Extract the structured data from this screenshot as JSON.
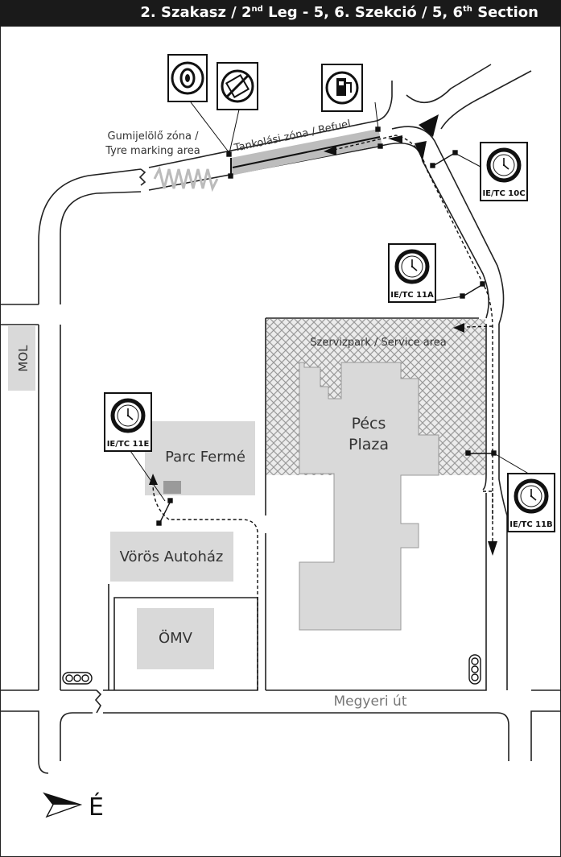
{
  "header": {
    "part1": "2. Szakasz / 2",
    "sup1": "nd",
    "part2": " Leg - 5, 6. Szekció / 5, 6",
    "sup2": "th",
    "part3": " Section"
  },
  "labels": {
    "tyre_marking_line1": "Gumijelölő zóna /",
    "tyre_marking_line2": "Tyre marking area",
    "refuel": "Tankolási zóna / Refuel",
    "service_area": "Szervizpark / Service area",
    "pecs_plaza_line1": "Pécs",
    "pecs_plaza_line2": "Plaza",
    "parc_ferme": "Parc Fermé",
    "voros_autohaz": "Vörös Autoház",
    "omv": "ÖMV",
    "mol": "MOL",
    "megyeri_ut": "Megyeri út",
    "north": "É"
  },
  "time_controls": {
    "tc10c": "IE/TC 10C",
    "tc11a": "IE/TC 11A",
    "tc11b": "IE/TC 11B",
    "tc11e": "IE/TC 11E"
  },
  "icons": {
    "tyre": "tyre-icon",
    "no_tyre": "no-tyre-icon",
    "fuel_pump": "fuel-pump-icon",
    "clock": "clock-icon",
    "traffic_light": "traffic-light-icon",
    "north_arrow": "north-arrow-icon"
  },
  "colors": {
    "header_bg": "#1a1a1a",
    "header_text": "#ffffff",
    "building_fill": "#d9d9d9",
    "road_line": "#222222"
  }
}
